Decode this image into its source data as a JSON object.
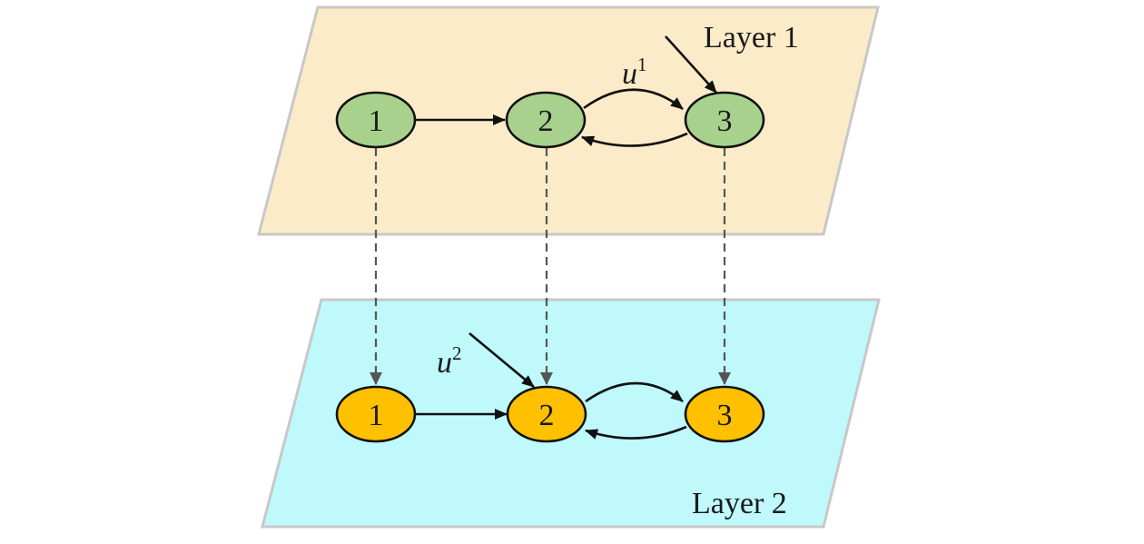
{
  "colors": {
    "layer1_fill": "#fcebc9",
    "layer2_fill": "#bff9fc",
    "plane_border": "#c8c8c8",
    "layer1_node": "#a9d18e",
    "layer2_node": "#ffc000",
    "node_border": "#111111",
    "interlayer_edge": "#555555"
  },
  "layers": [
    {
      "id": "layer-1",
      "label": "Layer 1",
      "nodes": [
        "1",
        "2",
        "3"
      ],
      "input": {
        "base": "u",
        "sup": "1",
        "target_node": "3"
      }
    },
    {
      "id": "layer-2",
      "label": "Layer 2",
      "nodes": [
        "1",
        "2",
        "3"
      ],
      "input": {
        "base": "u",
        "sup": "2",
        "target_node": "2"
      }
    }
  ],
  "intra_edges": [
    {
      "from": "1",
      "to": "2"
    },
    {
      "from": "2",
      "to": "3"
    },
    {
      "from": "3",
      "to": "2"
    }
  ],
  "inter_edges": [
    {
      "from": "layer-1/1",
      "to": "layer-2/1",
      "style": "dashed"
    },
    {
      "from": "layer-1/2",
      "to": "layer-2/2",
      "style": "dashed"
    },
    {
      "from": "layer-1/3",
      "to": "layer-2/3",
      "style": "dashed"
    }
  ]
}
